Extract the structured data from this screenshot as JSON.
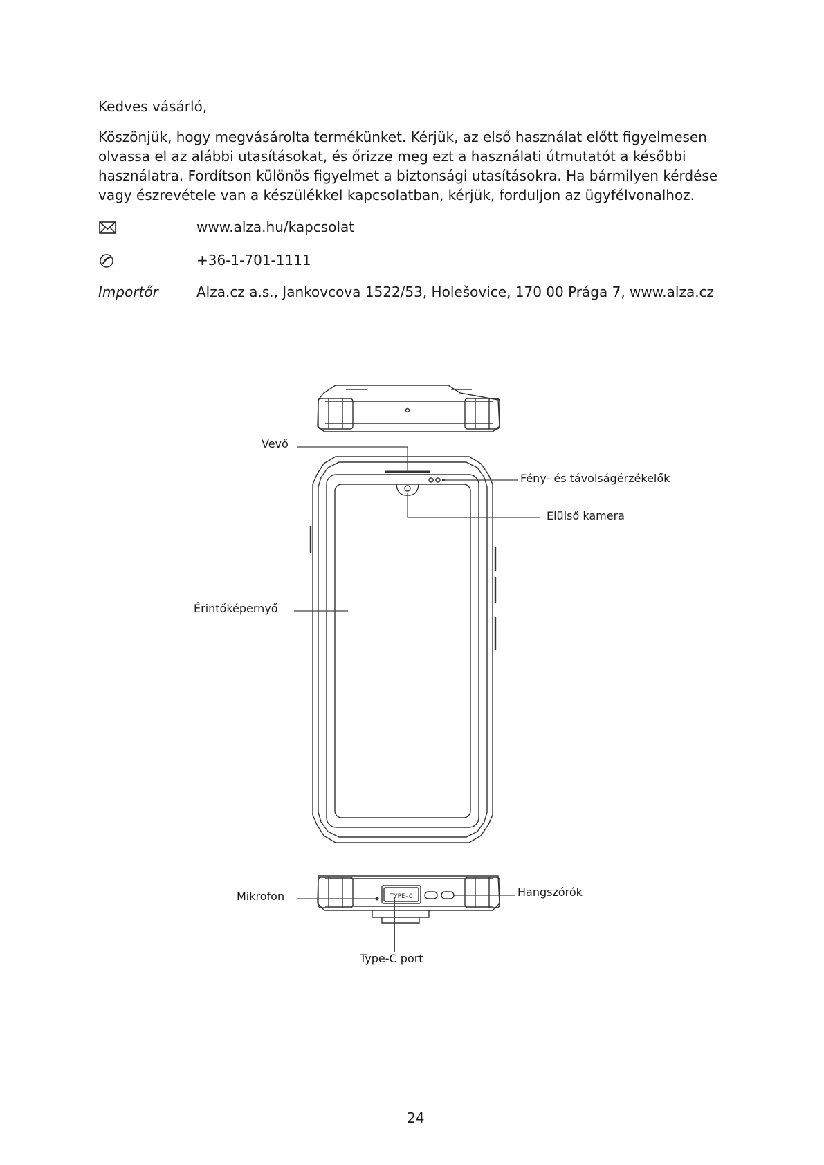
{
  "greeting": "Kedves vásárló,",
  "intro_lines": [
    "Köszönjük, hogy megvásárolta termékünket. Kérjük, az első használat előtt figyelmesen",
    "olvassa el az alábbi utasításokat, és őrizze meg ezt a használati útmutatót a későbbi",
    "használatra. Fordítson különös figyelmet a biztonsági utasításokra. Ha bármilyen kérdése",
    "vagy észrevétele van a készülékkel kapcsolatban, kérjük, forduljon az ügyfélvonalhoz."
  ],
  "contact": {
    "email_icon": "envelope-icon",
    "email": "www.alza.hu/kapcsolat",
    "phone_icon": "phone-icon",
    "phone": "+36-1-701-1111",
    "importer_label": "Importőr",
    "importer": "Alza.cz a.s., Jankovcova 1522/53, Holešovice, 170 00 Prága 7, www.alza.cz"
  },
  "diagram": {
    "labels": {
      "receiver": "Vevő",
      "sensors": "Fény- és távolságérzékelők",
      "front_camera": "Elülső kamera",
      "touchscreen": "Érintőképernyő",
      "microphone": "Mikrofon",
      "speakers": "Hangszórók",
      "typec_port": "Type-C port",
      "port_text": "TYPE-C"
    }
  },
  "page_number": "24"
}
